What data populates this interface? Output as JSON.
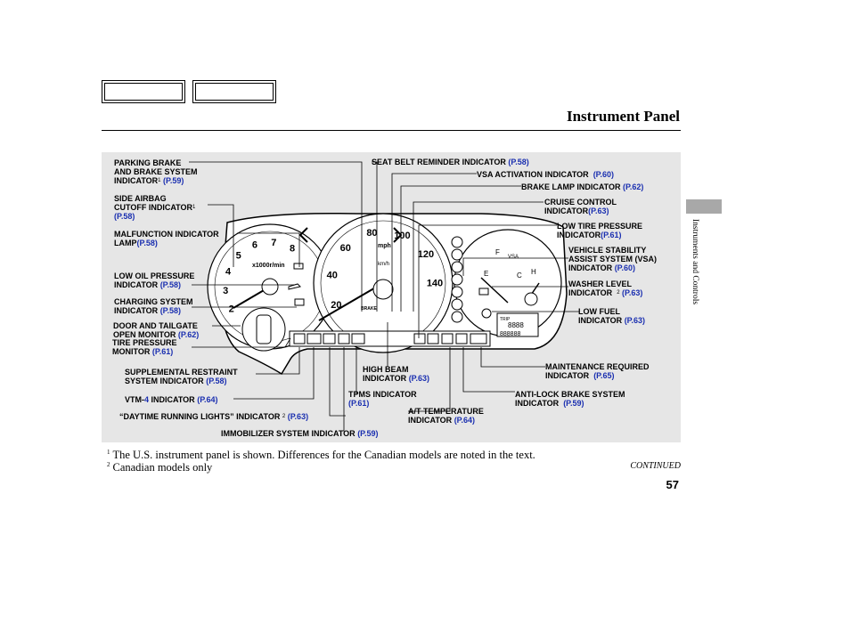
{
  "page": {
    "title": "Instrument Panel",
    "side_label": "Instruments and Controls",
    "page_number": "57",
    "continued": "CONTINUED"
  },
  "footnotes": [
    {
      "num": "1",
      "text": "The U.S. instrument panel is shown. Differences for the Canadian models are noted in the text."
    },
    {
      "num": "2",
      "text": "Canadian models only"
    }
  ],
  "labels": {
    "parking_brake": {
      "text": "PARKING BRAKE\nAND BRAKE SYSTEM\nINDICATOR",
      "sup": "1",
      "ref": "(P.59)"
    },
    "side_airbag": {
      "text": "SIDE AIRBAG\nCUTOFF INDICATOR",
      "sup": "1",
      "ref": "(P.58)"
    },
    "malfunction": {
      "text": "MALFUNCTION INDICATOR\nLAMP",
      "ref": "(P.58)"
    },
    "low_oil": {
      "text": "LOW OIL PRESSURE\nINDICATOR",
      "ref": "(P.58)"
    },
    "charging": {
      "text": "CHARGING SYSTEM\nINDICATOR",
      "ref": "(P.58)"
    },
    "door_tailgate": {
      "text": "DOOR AND TAILGATE\nOPEN MONITOR",
      "ref": "(P.62)"
    },
    "tire_pressure_monitor": {
      "text": "TIRE PRESSURE\nMONITOR",
      "ref": "(P.61)"
    },
    "srs": {
      "text": "SUPPLEMENTAL RESTRAINT\nSYSTEM INDICATOR",
      "ref": "(P.58)"
    },
    "vtm4": {
      "text": "VTM-",
      "num": "4",
      "text2": " INDICATOR",
      "ref": "(P.64)"
    },
    "drl": {
      "text": "“DAYTIME RUNNING LIGHTS” INDICATOR",
      "sup": "2",
      "ref": "(P.63)"
    },
    "immobilizer": {
      "text": "IMMOBILIZER SYSTEM INDICATOR",
      "ref": "(P.59)"
    },
    "seat_belt": {
      "text": "SEAT BELT REMINDER INDICATOR",
      "ref": "(P.58)"
    },
    "vsa_activation": {
      "text": "VSA ACTIVATION INDICATOR",
      "ref": "(P.60)"
    },
    "brake_lamp": {
      "text": "BRAKE LAMP INDICATOR",
      "ref": "(P.62)"
    },
    "cruise_control": {
      "text": "CRUISE CONTROL\nINDICATOR",
      "ref": "(P.63)"
    },
    "low_tire_pressure": {
      "text": "LOW TIRE PRESSURE\nINDICATOR",
      "ref": "(P.61)"
    },
    "vsa_system": {
      "text": "VEHICLE STABILITY\nASSIST SYSTEM (VSA)\nINDICATOR",
      "ref": "(P.60)"
    },
    "washer_level": {
      "text": "WASHER LEVEL\nINDICATOR",
      "sup": "2",
      "ref": "(P.63)"
    },
    "low_fuel": {
      "text": "LOW FUEL\nINDICATOR",
      "ref": "(P.63)"
    },
    "maintenance": {
      "text": "MAINTENANCE REQUIRED\nINDICATOR",
      "ref": "(P.65)"
    },
    "abs": {
      "text": "ANTI-LOCK BRAKE SYSTEM\nINDICATOR",
      "ref": "(P.59)"
    },
    "at_temp": {
      "text": "A/T TEMPERATURE\nINDICATOR",
      "ref": "(P.64)"
    },
    "high_beam": {
      "text": "HIGH BEAM\nINDICATOR",
      "ref": "(P.63)"
    },
    "tpms": {
      "text": "TPMS INDICATOR\n",
      "ref": "(P.61)"
    }
  },
  "gauge": {
    "tach_numbers": [
      "2",
      "3",
      "4",
      "5",
      "6",
      "7",
      "8"
    ],
    "tach_unit": "x1000r/min",
    "speed_numbers": [
      "20",
      "40",
      "60",
      "80",
      "100",
      "120",
      "140"
    ],
    "speed_unit": "mph",
    "kmh_unit": "km/h",
    "fuel_e": "E",
    "fuel_f": "F",
    "temp_c": "C",
    "temp_h": "H",
    "vsa_text": "VSA",
    "odo_trip": "TRIP",
    "odo_digits": "8888",
    "odo_digits2": "888888",
    "brake_word": "BRAKE"
  }
}
